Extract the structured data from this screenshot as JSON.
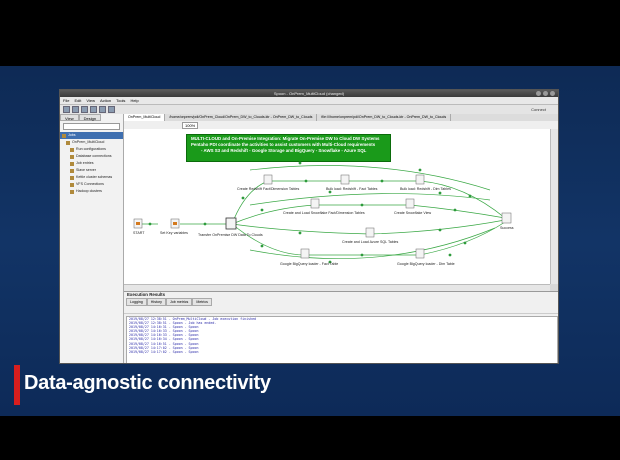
{
  "window": {
    "title": "Spoon - OnPrem_MultiCloud (changed)",
    "connect_label": "Connect"
  },
  "menu": [
    "File",
    "Edit",
    "View",
    "Action",
    "Tools",
    "Help"
  ],
  "left_panel": {
    "tabs": [
      "View",
      "Design"
    ],
    "tree": [
      {
        "label": "Jobs",
        "selected": true
      },
      {
        "label": "OnPrem_MultiCloud",
        "selected": false
      },
      {
        "label": "Run configurations",
        "selected": false
      },
      {
        "label": "Database connections",
        "selected": false
      },
      {
        "label": "Job entries",
        "selected": false
      },
      {
        "label": "Slave server",
        "selected": false
      },
      {
        "label": "Kettle cluster schemas",
        "selected": false
      },
      {
        "label": "VFS Connections",
        "selected": false
      },
      {
        "label": "Hadoop clusters",
        "selected": false
      }
    ]
  },
  "editor_tabs": [
    {
      "label": "OnPrem_MultiCloud",
      "active": true
    },
    {
      "label": "/home/onprem/pdi/OnPrem_Cloud/OnPrem_DW_to_Clouds.ktr - OnPrem_DW_to_Clouds",
      "active": false
    },
    {
      "label": "file:///home/onprem/pdi/OnPrem_DW_to_Clouds.ktr - OnPrem_DW_to_Clouds",
      "active": false
    }
  ],
  "zoom": "100%",
  "banner": {
    "line1": "MULTI-CLOUD and On-Premise Integration:  Migrate On-Premise DW to Cloud DW Systems",
    "line2": "Pentaho PDI coordinate the activities to assist customers with Multi-Cloud requirements",
    "line3": "- AWS S3 and Redshift    - Google Storage and BigQuery    - Snowflake    - Azure SQL"
  },
  "nodes": {
    "start": "START",
    "set_key": "Set Key variables",
    "transfer": "Transfer OnPremise DW Data To Clouds",
    "redshift_create": "Create Redshift Fact/Dimension Tables",
    "redshift_bulk_fact": "Bulk load: Redshift - Fact Tables",
    "redshift_bulk_dim": "Bulk load: Redshift - Dim Tables",
    "snowflake_create": "Create and Load Snowflake Fact/Dimension Tables",
    "snowflake_view": "Create Snowflake View",
    "azure_create": "Create and Load Azure SQL Tables",
    "bq_fact": "Google BigQuery loader - Fact Table",
    "bq_dim": "Google BigQuery loader - Dim Table",
    "success": "Success"
  },
  "execution": {
    "title": "Execution Results",
    "tabs": [
      "Logging",
      "History",
      "Job metrics",
      "Metrics"
    ],
    "log": [
      "2019/08/27 12:38:51 - OnPrem_MultiCloud - Job execution finished",
      "2019/08/27 12:38:51 - Spoon - Job has ended.",
      "2019/08/27 14:16:31 - Spoon - Spoon",
      "2019/08/27 14:16:33 - Spoon - Spoon",
      "2019/08/27 14:16:33 - Spoon - Spoon",
      "2019/08/27 14:16:34 - Spoon - Spoon",
      "2019/08/27 14:16:51 - Spoon - Spoon",
      "2019/08/27 14:17:02 - Spoon - Spoon",
      "2019/08/27 14:17:02 - Spoon - Spoon"
    ]
  },
  "caption": "Data-agnostic connectivity",
  "colors": {
    "banner": "#1a9a1a",
    "caption_accent": "#d81e1e",
    "background": "#123466",
    "hop": "#3aa845"
  }
}
